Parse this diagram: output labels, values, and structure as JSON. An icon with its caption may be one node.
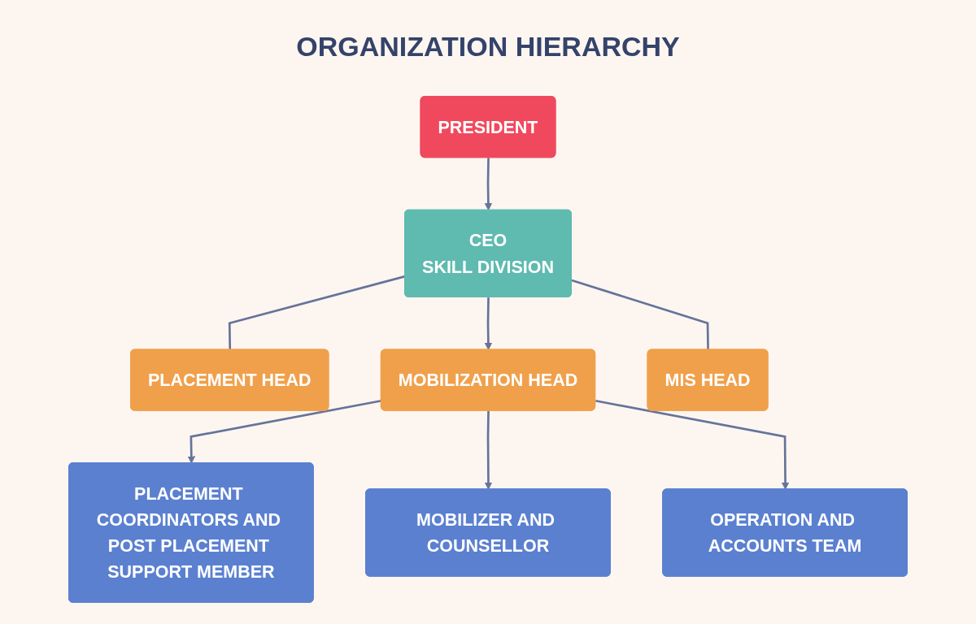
{
  "diagram": {
    "title": "ORGANIZATION HIERARCHY",
    "nodes": [
      {
        "text": [
          "PRESIDENT"
        ]
      },
      {
        "text": [
          "CEO",
          "SKILL DIVISION"
        ]
      },
      {
        "text": [
          "PLACEMENT HEAD"
        ]
      },
      {
        "text": [
          "MOBILIZATION HEAD"
        ]
      },
      {
        "text": [
          "MIS HEAD"
        ]
      },
      {
        "text": [
          "PLACEMENT COORDINATORS AND POST PLACEMENT SUPPORT MEMBER"
        ]
      },
      {
        "text": [
          "MOBILIZER AND COUNSELLOR"
        ]
      },
      {
        "text": [
          "OPERATION AND ACCOUNTS TEAM"
        ]
      }
    ],
    "edges": [
      {
        "from": 0,
        "to": 1,
        "arrow": "to"
      },
      {
        "from": 1,
        "to": 2,
        "arrow": "none"
      },
      {
        "from": 1,
        "to": 3,
        "arrow": "to"
      },
      {
        "from": 1,
        "to": 4,
        "arrow": "none"
      },
      {
        "from": 3,
        "to": 5,
        "arrow": "to"
      },
      {
        "from": 3,
        "to": 6,
        "arrow": "to"
      },
      {
        "from": 3,
        "to": 7,
        "arrow": "to"
      }
    ]
  }
}
